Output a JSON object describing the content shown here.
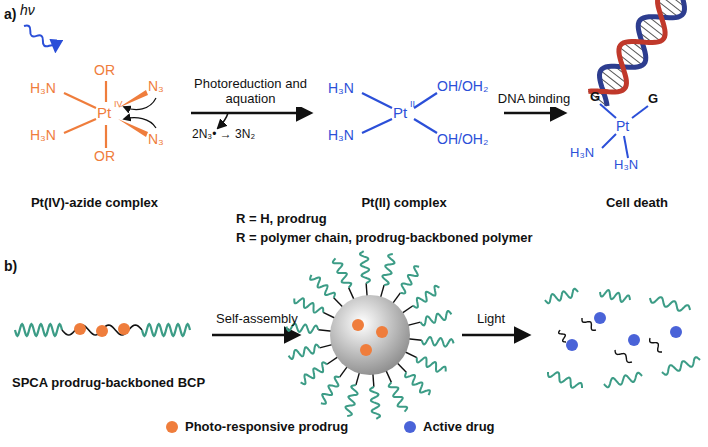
{
  "diagram": {
    "nodes": [
      {
        "text": [
          "Pt(IV)-azide complex"
        ]
      },
      {
        "text": [
          "Pt(II) complex"
        ]
      },
      {
        "text": [
          "Cell death"
        ]
      },
      {
        "text": [
          "SPCA prodrug-backboned BCP"
        ]
      }
    ],
    "edges": [
      {
        "from": 0,
        "to": 1,
        "arrow": "to",
        "label": "Photoreduction and aquation"
      },
      {
        "from": 1,
        "to": 2,
        "arrow": "to",
        "label": "DNA binding"
      }
    ],
    "labels": [
      "a)",
      "hν",
      "OR",
      "H₃N",
      "Pt",
      "IV",
      "N₃",
      "H₃N",
      "N₃",
      "OR",
      "2N₃• → 3N₂",
      "H₃N",
      "Pt",
      "II",
      "OH/OH₂",
      "H₃N",
      "OH/OH₂",
      "G",
      "G",
      "Pt",
      "H₃N",
      "H₃N",
      "R = H, prodrug",
      "R = polymer chain, prodrug-backboned polymer",
      "b)",
      "Self-assembly",
      "Light"
    ],
    "legend": [
      {
        "text": "Photo-responsive prodrug",
        "color": "#ef7d3c"
      },
      {
        "text": "Active drug",
        "color": "#4a63d8"
      }
    ]
  }
}
